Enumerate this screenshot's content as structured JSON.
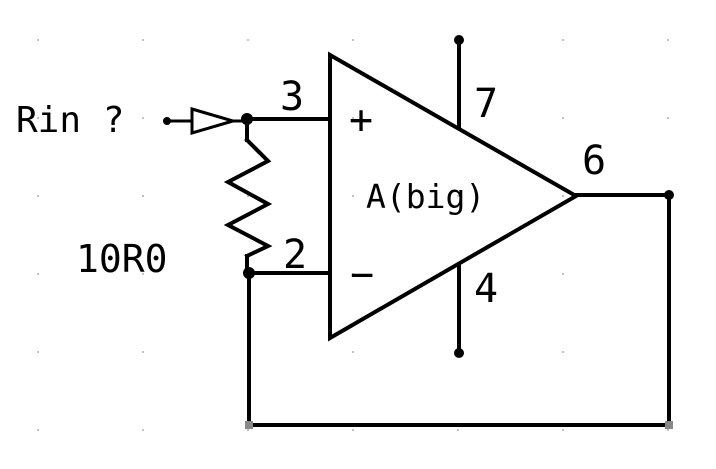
{
  "colors": {
    "background": "#ffffff",
    "wire": "#000000",
    "net_label": "#1f3bd6",
    "grid": "#b0b0b0"
  },
  "input": {
    "net_label": "Rin ?"
  },
  "resistor": {
    "value": "10R0"
  },
  "opamp": {
    "label": "A(big)",
    "plus_symbol": "+",
    "minus_symbol": "−",
    "pins": {
      "noninverting": "3",
      "inverting": "2",
      "output": "6",
      "vplus": "7",
      "vminus": "4"
    }
  }
}
